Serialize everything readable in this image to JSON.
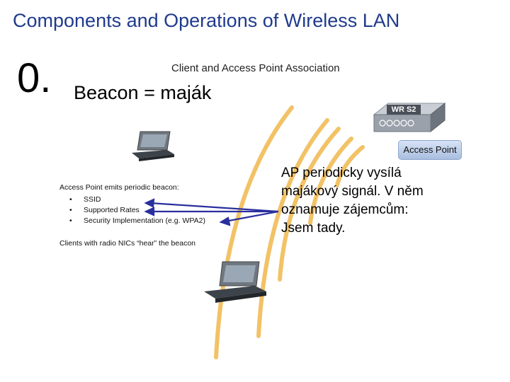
{
  "slide": {
    "title": "Components and Operations of Wireless LAN",
    "number": "0.",
    "subtitle": "Beacon = maják"
  },
  "diagram": {
    "title": "Client and Access Point Association",
    "router_label": "WR S2",
    "access_point_label": "Access Point",
    "beacon_header": "Access Point emits periodic beacon:",
    "beacon_items": [
      "SSID",
      "Supported Rates",
      "Security Implementation (e.g. WPA2)"
    ],
    "clients_text": "Clients with radio NICs “hear” the beacon"
  },
  "annotation": {
    "lines": [
      "AP periodicky vysílá",
      "majákový signál. V něm",
      "oznamuje zájemcům:",
      "Jsem tady."
    ]
  },
  "colors": {
    "title": "#1f3b8c",
    "waves": "#f2c266",
    "arrows": "#2a2f9e"
  }
}
